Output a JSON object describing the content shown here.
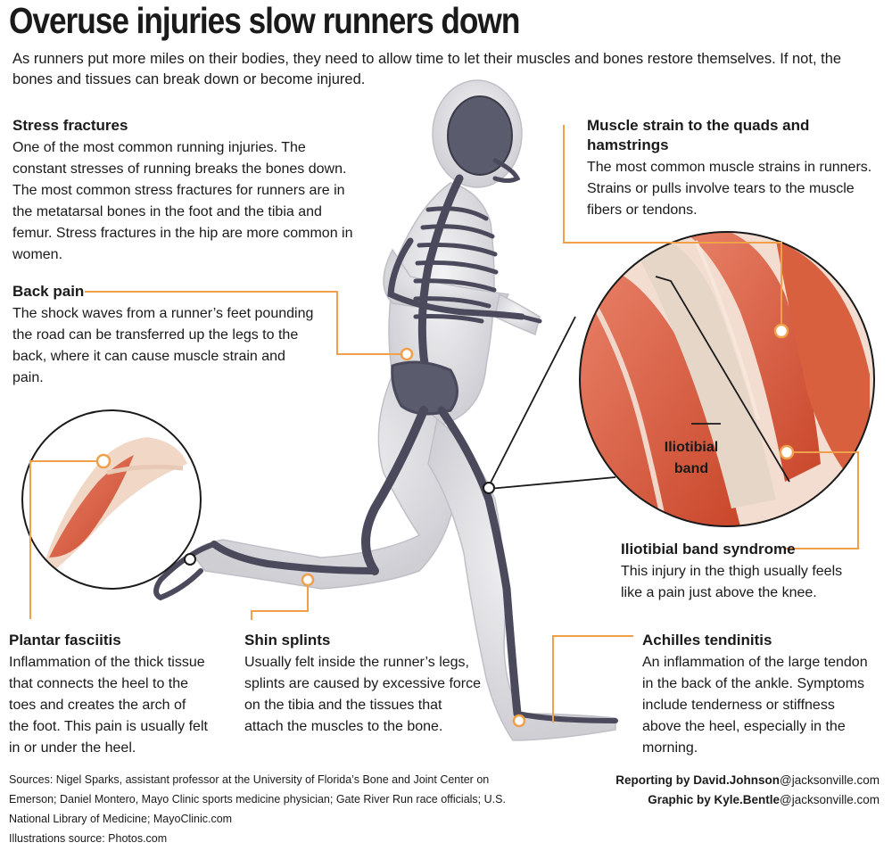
{
  "title": "Overuse injuries slow runners down",
  "intro": "As runners put more miles on their bodies, they need to allow time to let their muscles and bones restore themselves. If not, the bones and tissues can break down or become injured.",
  "injuries": {
    "stress_fractures": {
      "heading": "Stress fractures",
      "body": "One of the most common running injuries. The constant stresses of running breaks the bones down. The most common stress fractures for runners are in the metatarsal bones in the foot and the tibia and femur. Stress fractures in the hip are more common in women."
    },
    "back_pain": {
      "heading": "Back pain",
      "body": "The shock waves from a runner’s feet pounding the road can be transferred up the legs to the back, where it can cause muscle strain and pain."
    },
    "muscle_strain": {
      "heading": "Muscle strain to the quads and hamstrings",
      "body": "The most common muscle strains in runners. Strains or pulls involve tears to the muscle fibers or tendons."
    },
    "itb_syndrome": {
      "heading": "Iliotibial band syndrome",
      "body": "This injury in the thigh usually feels like a pain just above the knee."
    },
    "plantar_fasciitis": {
      "heading": "Plantar fasciitis",
      "body": "Inflammation of the thick tissue that connects the heel to the toes and creates the arch of the foot. This pain is usually felt in or under the heel."
    },
    "shin_splints": {
      "heading": "Shin splints",
      "body": "Usually felt inside the runner’s legs, splints are caused by excessive force on the tibia and the tissues that attach the muscles to the bone."
    },
    "achilles": {
      "heading": "Achilles tendinitis",
      "body": "An inflammation of the large tendon in the back of the ankle. Symptoms include tenderness or stiffness above the heel, especially in the morning."
    }
  },
  "labels": {
    "iliotibial_line1": "Iliotibial",
    "iliotibial_line2": "band"
  },
  "sources": "Sources: Nigel Sparks, assistant professor at the University of Florida’s Bone and Joint Center on Emerson; Daniel Montero, Mayo Clinic sports medicine physician; Gate River Run race officials; U.S. National Library of Medicine; MayoClinic.com",
  "illustrations_source": "Illustrations source: Photos.com",
  "credits": {
    "reporting_prefix": "Reporting by David.Johnson",
    "reporting_domain": "@jacksonville.com",
    "graphic_prefix": "Graphic by Kyle.Bentle",
    "graphic_domain": "@jacksonville.com"
  },
  "colors": {
    "callout": "#f0a04b",
    "muscle": "#d9603f",
    "bone": "#4a4a5c"
  }
}
